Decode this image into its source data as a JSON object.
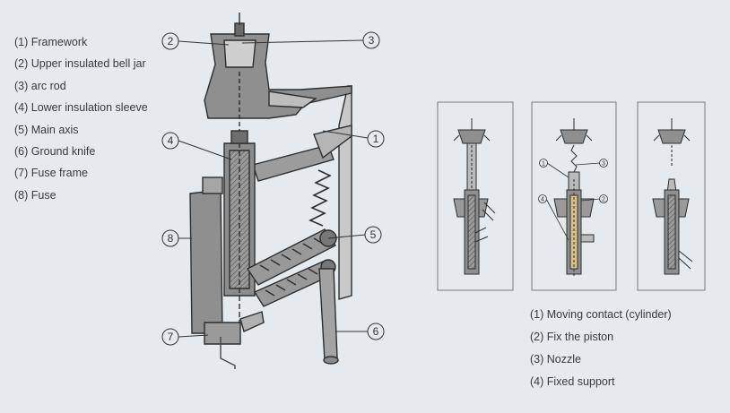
{
  "component_legend": [
    "(1) Framework",
    "(2) Upper insulated bell jar",
    "(3) arc rod",
    "(4) Lower insulation sleeve",
    "(5) Main axis",
    "(6) Ground knife",
    "(7) Fuse frame",
    "(8) Fuse"
  ],
  "callouts": [
    "1",
    "2",
    "3",
    "4",
    "5",
    "6",
    "7",
    "8"
  ],
  "stage_callouts": [
    "1",
    "2",
    "3",
    "4"
  ],
  "process_legend": [
    "(1) Moving contact (cylinder)",
    "(2) Fix the piston",
    "(3) Nozzle",
    "(4) Fixed support"
  ],
  "colors": {
    "background": "#e4eaee",
    "part_fill": "#8f8f8f",
    "part_fill_light": "#b5b5b5",
    "outline": "#2e2e2e",
    "panel_border": "#7a7a7a"
  }
}
